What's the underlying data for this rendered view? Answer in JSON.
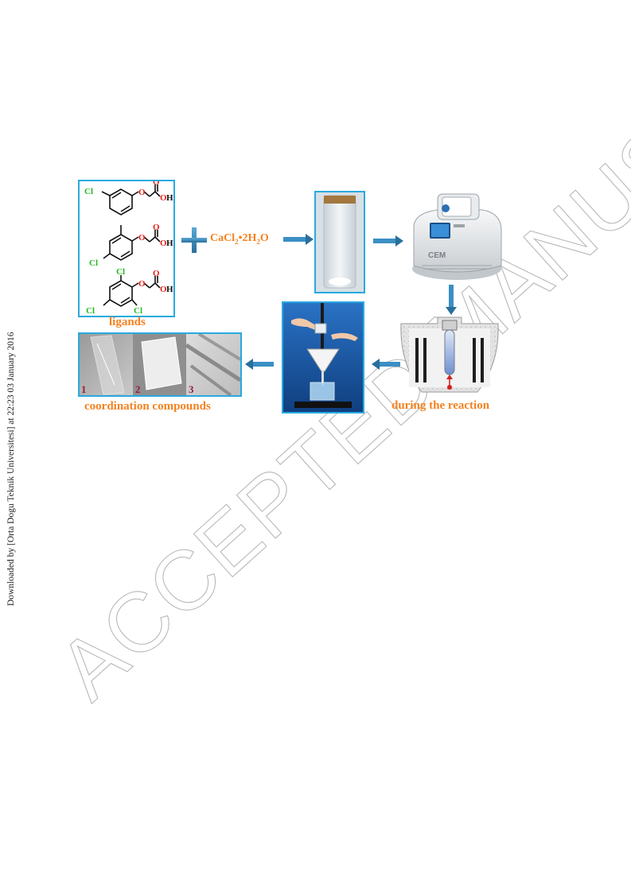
{
  "sidebar": {
    "download_note": "Downloaded by [Orta Dogu Teknik Universitesi] at 22:23 03 January 2016"
  },
  "watermark": {
    "text": "ACCEPTED MANUSCRIPT"
  },
  "scheme": {
    "ligands_label": "ligands",
    "reagent": {
      "prefix": "CaCl",
      "sub1": "2",
      "middle": "•2H",
      "sub2": "2",
      "suffix": "O"
    },
    "during_label": "during the reaction",
    "products_label": "coordination compounds",
    "product_numbers": [
      "1",
      "2",
      "3"
    ],
    "atoms": {
      "cl": "Cl",
      "o": "O",
      "h": "H"
    },
    "microwave_brand": "CEM",
    "colors": {
      "frame": "#29a9e0",
      "label_orange": "#f5821f",
      "arrow_blue": "#3a8fc4",
      "chlorine_green": "#22bb22",
      "oxygen_red": "#e0201b",
      "number_red": "#9b1d3d"
    }
  }
}
